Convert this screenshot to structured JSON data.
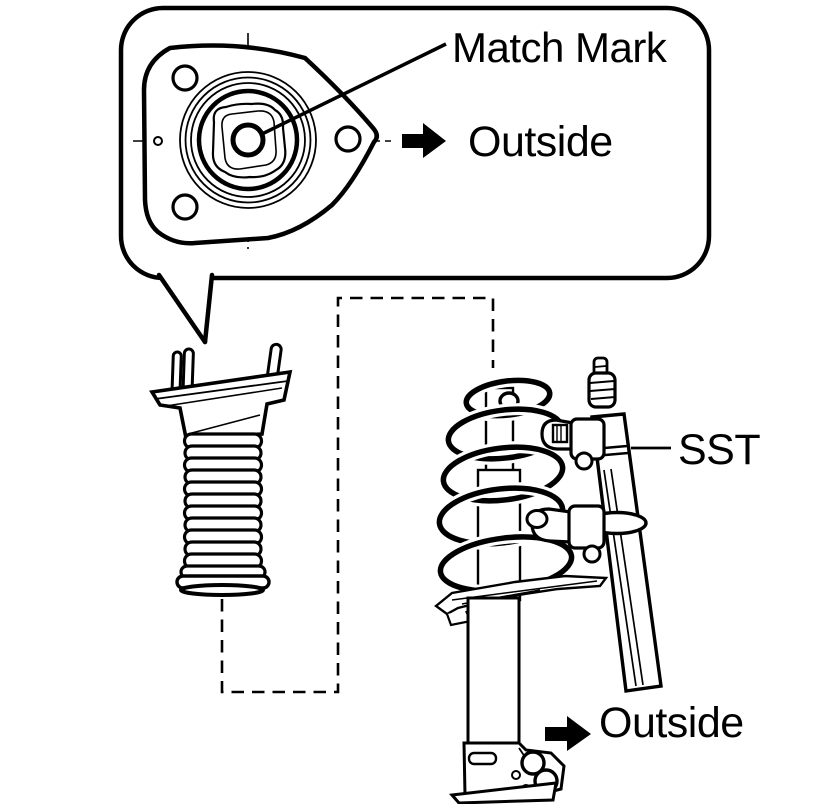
{
  "diagram": {
    "type": "service-manual-figure",
    "subject": "front-shock-absorber-with-coil-spring-and-spring-compressor",
    "background_color": "#ffffff",
    "line_color": "#000000",
    "callout": {
      "match_mark_label": "Match Mark",
      "outside_label": "Outside"
    },
    "tool_label": "SST",
    "outside_bottom_label": "Outside",
    "icons": {
      "outside_top": "right-arrow",
      "outside_bottom": "right-arrow"
    }
  }
}
